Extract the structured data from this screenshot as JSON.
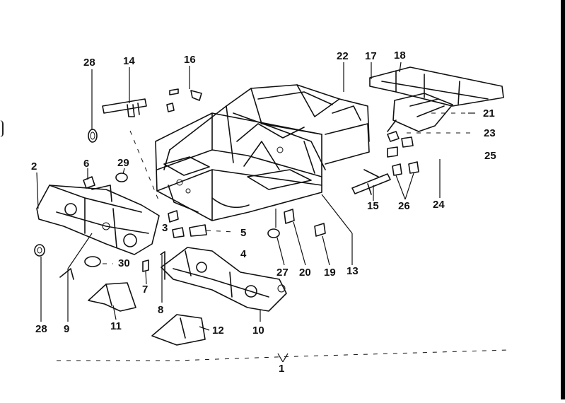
{
  "labels": {
    "l1": "1",
    "l2": "2",
    "l3": "3",
    "l4": "4",
    "l5": "5",
    "l6": "6",
    "l7": "7",
    "l8": "8",
    "l9": "9",
    "l10": "10",
    "l11": "11",
    "l12": "12",
    "l13": "13",
    "l14": "14",
    "l15": "15",
    "l16": "16",
    "l17": "17",
    "l18": "18",
    "l19": "19",
    "l20": "20",
    "l21": "21",
    "l22": "22",
    "l23": "23",
    "l24": "24",
    "l25": "25",
    "l26": "26",
    "l27": "27",
    "l28a": "28",
    "l28b": "28",
    "l29": "29",
    "l30": "30"
  }
}
